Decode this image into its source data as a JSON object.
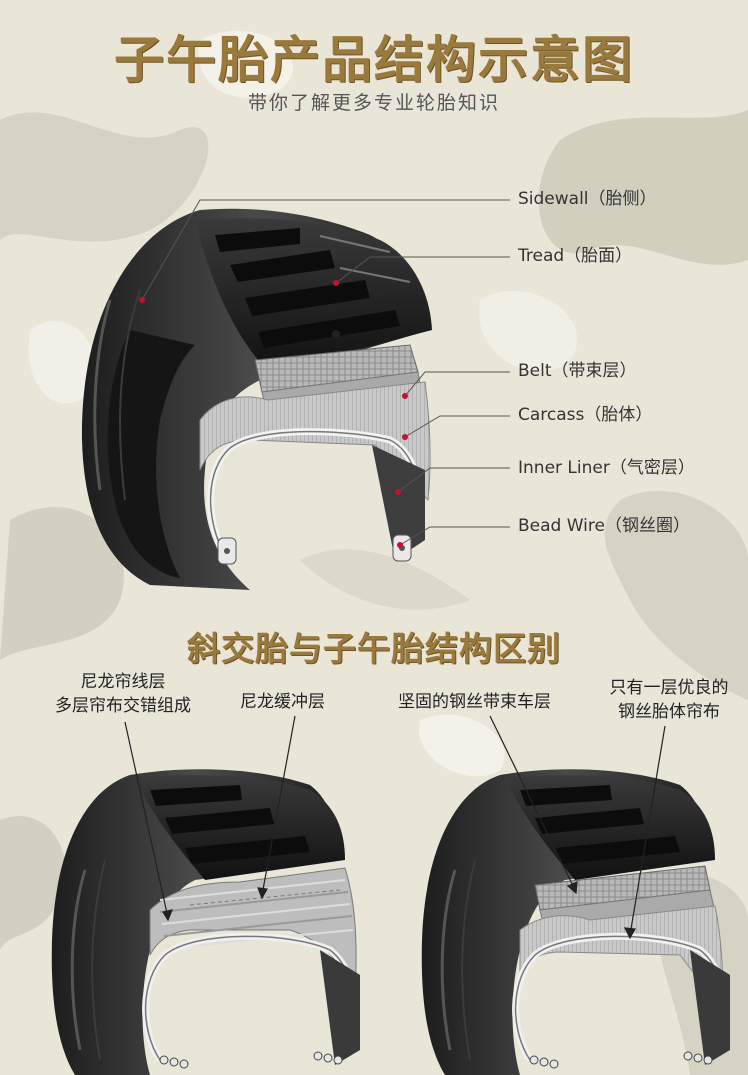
{
  "header": {
    "title": "子午胎产品结构示意图",
    "subtitle": "带你了解更多专业轮胎知识"
  },
  "radial_labels": [
    "Sidewall（胎侧）",
    "Tread（胎面）",
    "Belt（带束层）",
    "Carcass（胎体）",
    "Inner Liner（气密层）",
    "Bead Wire（钢丝圈）"
  ],
  "comparison": {
    "title": "斜交胎与子午胎结构区别",
    "bias_note_1": [
      "尼龙帘线层",
      "多层帘布交错组成"
    ],
    "bias_note_2": "尼龙缓冲层",
    "radial_note_1": "坚固的钢丝带束车层",
    "radial_note_2": [
      "只有一层优良的",
      "钢丝胎体帘布"
    ]
  },
  "colors": {
    "title": "#9a7a3c",
    "marker": "#c8102e",
    "camo_light": "#f1efe4",
    "camo_dark": "#d4d1c3"
  }
}
